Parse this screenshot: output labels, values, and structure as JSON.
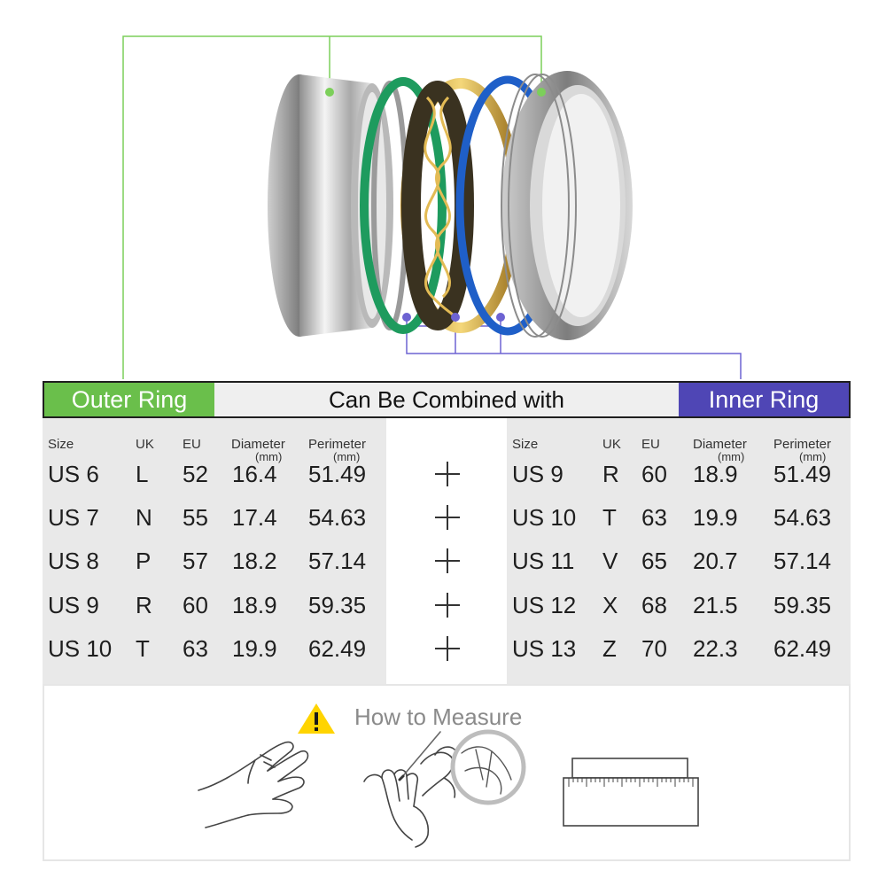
{
  "header": {
    "outer_label": "Outer Ring",
    "combined_label": "Can Be Combined with",
    "inner_label": "Inner Ring"
  },
  "colors": {
    "outer_accent": "#6abf4b",
    "inner_accent": "#4f46b5",
    "panel_bg": "#e9e9e9"
  },
  "columns": {
    "size": "Size",
    "uk": "UK",
    "eu": "EU",
    "diameter": "Diameter",
    "diameter_unit": "(mm)",
    "perimeter": "Perimeter",
    "perimeter_unit": "(mm)"
  },
  "outer_rows": [
    {
      "size": "US 6",
      "uk": "L",
      "eu": "52",
      "diameter": "16.4",
      "perimeter": "51.49"
    },
    {
      "size": "US 7",
      "uk": "N",
      "eu": "55",
      "diameter": "17.4",
      "perimeter": "54.63"
    },
    {
      "size": "US 8",
      "uk": "P",
      "eu": "57",
      "diameter": "18.2",
      "perimeter": "57.14"
    },
    {
      "size": "US 9",
      "uk": "R",
      "eu": "60",
      "diameter": "18.9",
      "perimeter": "59.35"
    },
    {
      "size": "US 10",
      "uk": "T",
      "eu": "63",
      "diameter": "19.9",
      "perimeter": "62.49"
    }
  ],
  "inner_rows": [
    {
      "size": "US 9",
      "uk": "R",
      "eu": "60",
      "diameter": "18.9",
      "perimeter": "51.49"
    },
    {
      "size": "US 10",
      "uk": "T",
      "eu": "63",
      "diameter": "19.9",
      "perimeter": "54.63"
    },
    {
      "size": "US 11",
      "uk": "V",
      "eu": "65",
      "diameter": "20.7",
      "perimeter": "57.14"
    },
    {
      "size": "US 12",
      "uk": "X",
      "eu": "68",
      "diameter": "21.5",
      "perimeter": "59.35"
    },
    {
      "size": "US 13",
      "uk": "Z",
      "eu": "70",
      "diameter": "22.3",
      "perimeter": "62.49"
    }
  ],
  "measure": {
    "title": "How to Measure",
    "warning_icon": "warning-icon"
  }
}
